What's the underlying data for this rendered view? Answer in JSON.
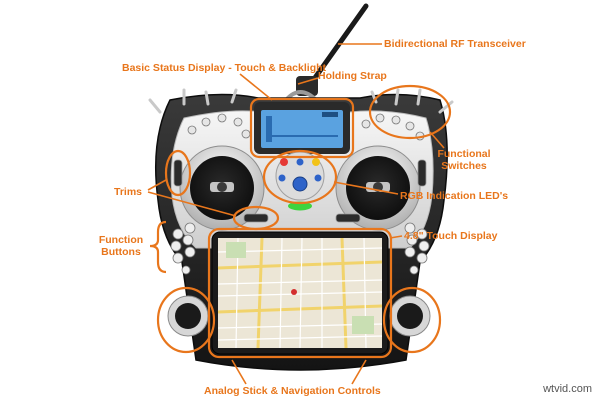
{
  "labels": {
    "transceiver": "Bidirectional RF Transceiver",
    "status_display": "Basic Status Display - Touch & Backlight",
    "holding_strap": "Holding Strap",
    "functional_switches_1": "Functional",
    "functional_switches_2": "Switches",
    "trims": "Trims",
    "rgb_leds": "RGB Indication LED's",
    "function_buttons_1": "Function",
    "function_buttons_2": "Buttons",
    "touch_display": "4.8\" Touch Display",
    "analog_stick": "Analog Stick & Navigation Controls"
  },
  "watermark": "wtvid.com",
  "colors": {
    "accent": "#e8761c",
    "body": "#1e1e1e",
    "face": "#e9e9e9",
    "lcd": "#5aa2e0",
    "led_red": "#e53935",
    "led_yellow": "#f2c318",
    "led_blue": "#2e63c9",
    "led_green": "#3ed43e"
  }
}
